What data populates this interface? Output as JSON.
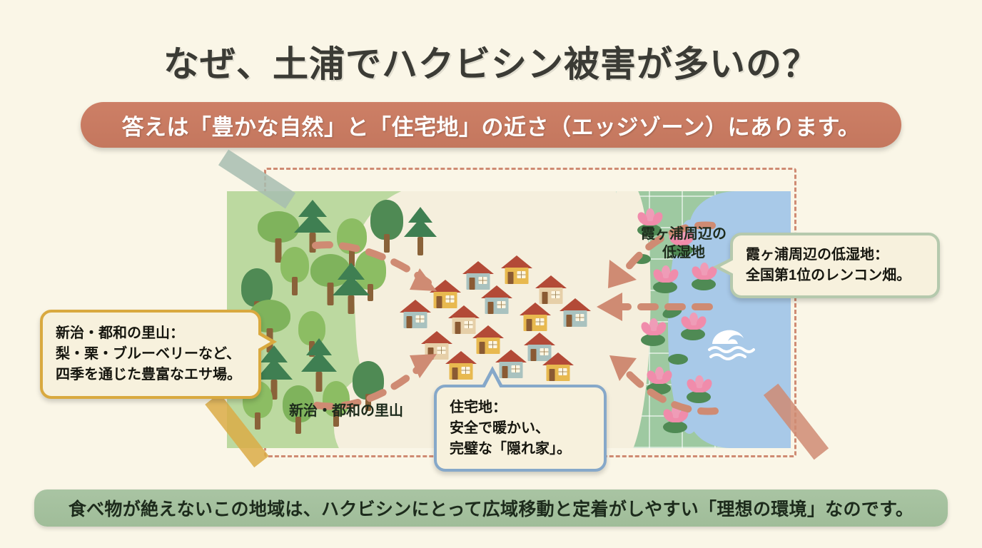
{
  "page": {
    "background_color": "#faf6e7",
    "title": "なぜ、土浦でハクビシン被害が多いの？"
  },
  "subtitle_banner": {
    "text": "答えは「豊かな自然」と「住宅地」の近さ（エッジゾーン）にあります。",
    "background_color": "#c87a60",
    "text_color": "#ffffff"
  },
  "bottom_banner": {
    "text": "食べ物が絶えないこの地域は、ハクビシンにとって広域移動と定着がしやすい「理想の環境」なのです。",
    "background_color": "#a6c2a0",
    "text_color": "#1d2b1c"
  },
  "map": {
    "border_style": "dashed",
    "border_color": "#cf8b73",
    "labels": {
      "forest": "新治・都和の里山",
      "wetland_line1": "霞ヶ浦周辺の",
      "wetland_line2": "低湿地"
    },
    "regions": [
      {
        "name": "satoyama-forest",
        "color": "#bcd9a0"
      },
      {
        "name": "residential-area",
        "color": "#f5efdd"
      },
      {
        "name": "lotus-paddy",
        "color": "#9ec9a1"
      },
      {
        "name": "lake-kasumigaura",
        "color": "#a8c9e8"
      }
    ],
    "tapes": [
      {
        "name": "tape-top-left",
        "color": "#a7bdb0"
      },
      {
        "name": "tape-bottom-left",
        "color": "#dbab47"
      },
      {
        "name": "tape-bottom-right",
        "color": "#cf8b73"
      }
    ],
    "arrow_color": "#cf8b73",
    "wave_icon": "wave-icon"
  },
  "callouts": {
    "left": {
      "text": "新治・都和の里山：\n梨・栗・ブルーベリーなど、\n四季を通じた豊富なエサ場。",
      "border_color": "#d9a93f"
    },
    "right": {
      "text": "霞ヶ浦周辺の低湿地：\n全国第1位のレンコン畑。",
      "border_color": "#b5c9ad"
    },
    "center": {
      "text": "住宅地：\n安全で暖かい、\n完璧な「隠れ家」。",
      "border_color": "#86a8c9"
    }
  }
}
